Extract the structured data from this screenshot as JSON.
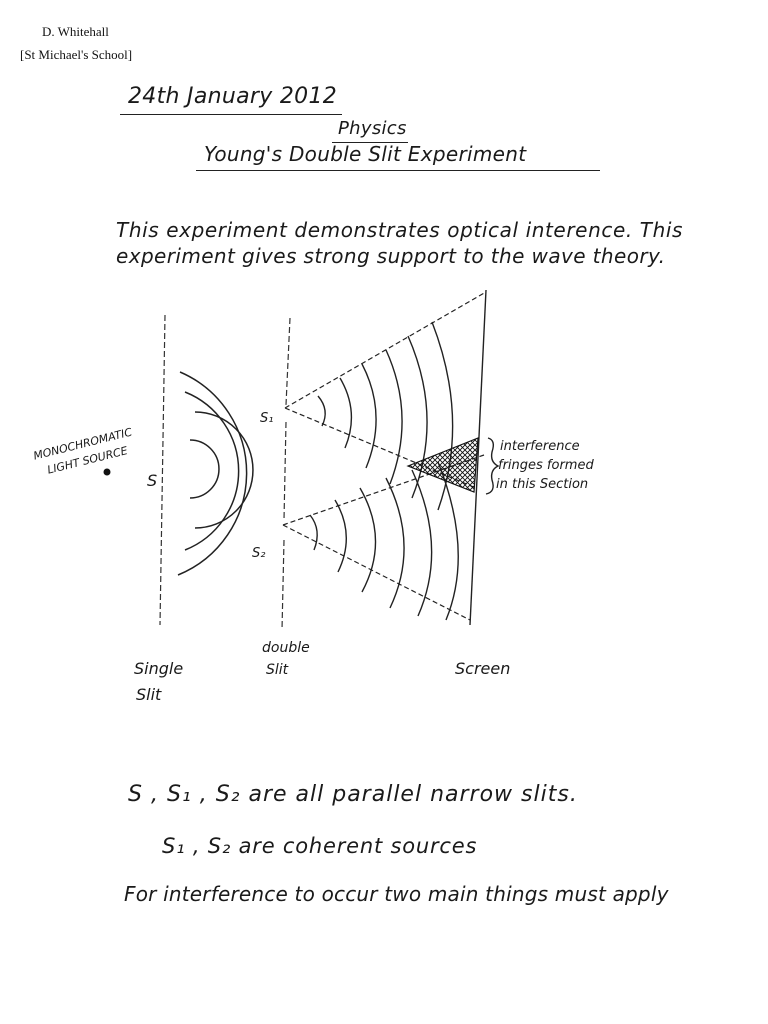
{
  "header": {
    "author": "D. Whitehall",
    "school": "[St Michael's School]"
  },
  "title_block": {
    "date": "24th January 2012",
    "subject": "Physics",
    "title": "Young's Double Slit Experiment"
  },
  "intro": {
    "line1": "This experiment demonstrates optical interence. This",
    "line2": "experiment gives strong support to the wave theory."
  },
  "diagram": {
    "light_source_line1": "MONOCHROMATIC",
    "light_source_line2": "LIGHT SOURCE",
    "s_label": "S",
    "s1_label": "S₁",
    "s2_label": "S₂",
    "fringes_line1": "interference",
    "fringes_line2": "fringes formed",
    "fringes_line3": "in this Section",
    "single_slit_line1": "Single",
    "single_slit_line2": "Slit",
    "double_slit_line1": "double",
    "double_slit_line2": "Slit",
    "screen_label": "Screen"
  },
  "notes": {
    "line1": "S , S₁ , S₂ are all parallel narrow slits.",
    "line2": "S₁ , S₂ are coherent sources",
    "line3": "For interference to occur two main things must apply"
  }
}
